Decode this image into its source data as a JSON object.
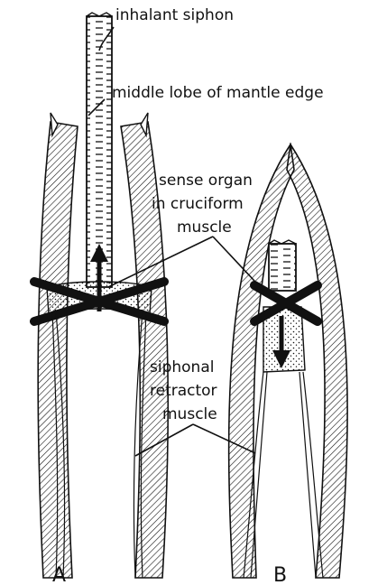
{
  "labels": {
    "inhalant_siphon": "inhalant siphon",
    "middle_lobe": "middle lobe of mantle edge",
    "sense_organ_1": "sense organ",
    "sense_organ_2": "in cruciform",
    "sense_organ_3": "muscle",
    "siphonal_1": "siphonal",
    "siphonal_2": "retractor",
    "siphonal_3": "muscle"
  },
  "panels": {
    "a": "A",
    "b": "B"
  }
}
